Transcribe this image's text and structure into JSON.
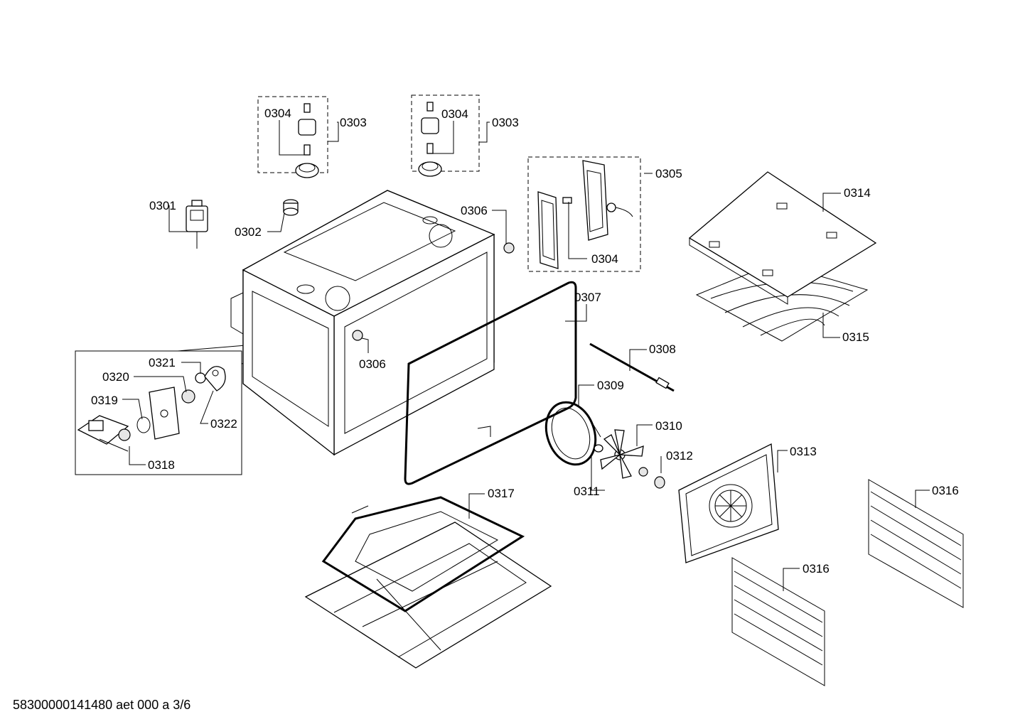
{
  "labels": {
    "l0301": "0301",
    "l0302": "0302",
    "l0303a": "0303",
    "l0303b": "0303",
    "l0304a": "0304",
    "l0304b": "0304",
    "l0304c": "0304",
    "l0305": "0305",
    "l0306a": "0306",
    "l0306b": "0306",
    "l0307": "0307",
    "l0308": "0308",
    "l0309": "0309",
    "l0310": "0310",
    "l0311": "0311",
    "l0312": "0312",
    "l0313": "0313",
    "l0314": "0314",
    "l0315": "0315",
    "l0316a": "0316",
    "l0316b": "0316",
    "l0317": "0317",
    "l0318": "0318",
    "l0319": "0319",
    "l0320": "0320",
    "l0321": "0321",
    "l0322": "0322"
  },
  "footer": "58300000141480 aet 000 a 3/6"
}
